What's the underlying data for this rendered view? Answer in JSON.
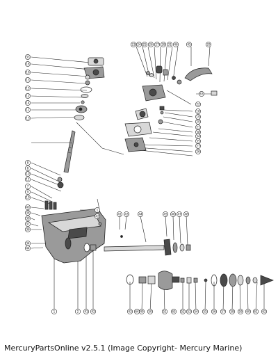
{
  "caption": "MercuryPartsOnline v2.5.1 (Image Copyright- Mercury Marine)",
  "callouts": {
    "left_column": [
      "33",
      "16",
      "16",
      "13",
      "15",
      "12",
      "14",
      "11",
      "13",
      "8",
      "8",
      "10",
      "11",
      "7",
      "9",
      "10",
      "40",
      "38",
      "39",
      "37",
      "36",
      "34",
      "44"
    ],
    "top_right": [
      "23",
      "24",
      "25",
      "26",
      "27",
      "28",
      "31",
      "46",
      "45",
      "29"
    ],
    "right_column": [
      "22",
      "18",
      "19",
      "20",
      "21",
      "38",
      "34",
      "35",
      "27",
      "26"
    ],
    "middle_row": [
      "1",
      "42",
      "41",
      "43",
      "44",
      "45",
      "46",
      "47",
      "48"
    ],
    "bottom_row": [
      "1",
      "2",
      "41",
      "42",
      "43",
      "49",
      "50",
      "51",
      "52",
      "53",
      "54",
      "55",
      "56",
      "57",
      "58",
      "59",
      "60",
      "61",
      "62",
      "63",
      "64",
      "65"
    ]
  },
  "colors": {
    "line": "#222222",
    "fill_light": "#d8d8d8",
    "fill_mid": "#9a9a9a",
    "fill_dark": "#4a4a4a"
  }
}
